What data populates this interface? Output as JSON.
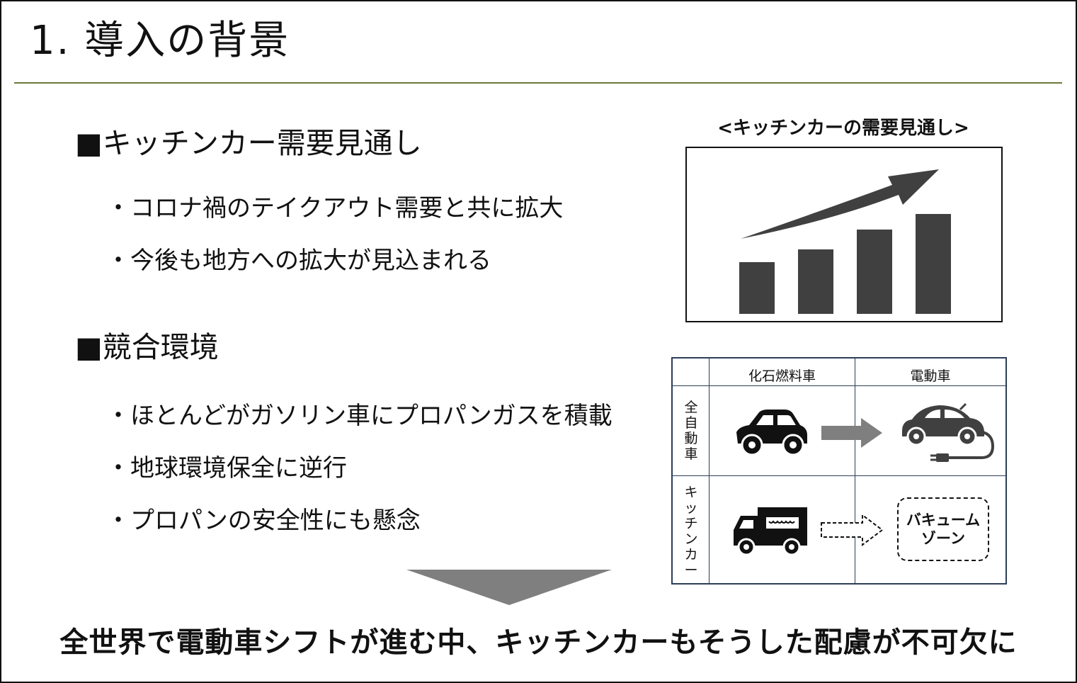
{
  "title": "1. 導入の背景",
  "sections": [
    {
      "heading": "■キッチンカー需要見通し",
      "bullets": [
        "・コロナ禍のテイクアウト需要と共に拡大",
        "・今後も地方への拡大が見込まれる"
      ]
    },
    {
      "heading": "■競合環境",
      "bullets": [
        "・ほとんどがガソリン車にプロパンガスを積載",
        "・地球環境保全に逆行",
        "・プロパンの安全性にも懸念"
      ]
    }
  ],
  "chart_caption": "<キッチンカーの需要見通し>",
  "comparison": {
    "col_headers": [
      "化石燃料車",
      "電動車"
    ],
    "row_headers": [
      "全自動車",
      "キッチンカー"
    ],
    "vacuum_zone": [
      "バキューム",
      "ゾーン"
    ]
  },
  "conclusion": "全世界で電動車シフトが進む中、キッチンカーもそうした配慮が不可欠に",
  "colors": {
    "rule": "#6b7a3a",
    "bars": "#404040",
    "grid": "#2c3e57",
    "arrow": "#7f7f7f"
  },
  "icons": [
    "trend-arrow-icon",
    "car-icon",
    "electric-car-icon",
    "kitchen-truck-icon",
    "right-arrow-icon",
    "dashed-right-arrow-icon",
    "down-arrow-icon"
  ]
}
